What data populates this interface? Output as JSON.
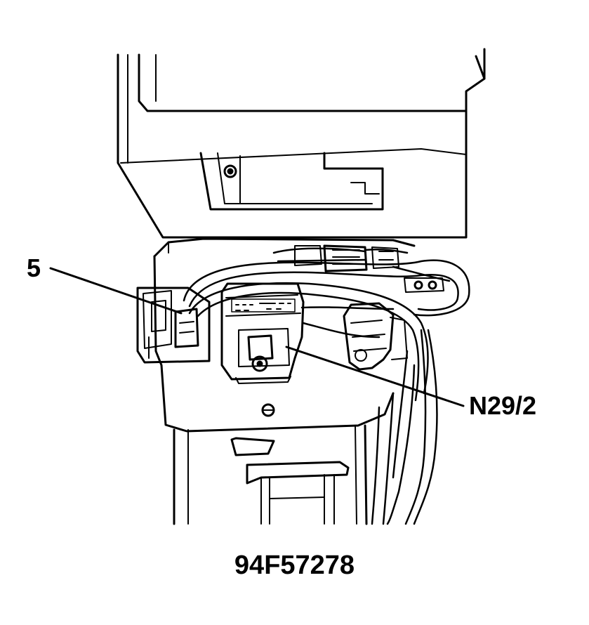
{
  "callouts": {
    "item_5": "5",
    "item_n29_2": "N29/2"
  },
  "figure_id": "94F57278",
  "colors": {
    "ink": "#000000",
    "paper": "#ffffff"
  }
}
